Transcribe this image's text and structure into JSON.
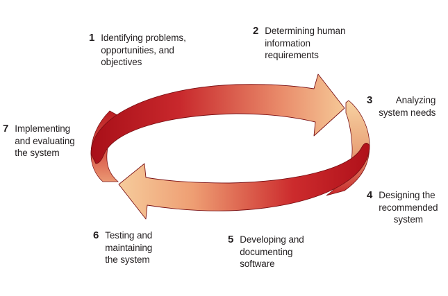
{
  "steps": [
    {
      "number": "1",
      "lines": [
        "Identifying problems,",
        "opportunities, and",
        "objectives"
      ]
    },
    {
      "number": "2",
      "lines": [
        "Determining human",
        "information",
        "requirements"
      ]
    },
    {
      "number": "3",
      "lines": [
        "Analyzing",
        "system needs"
      ]
    },
    {
      "number": "4",
      "lines": [
        "Designing the",
        "recommended",
        "system"
      ]
    },
    {
      "number": "5",
      "lines": [
        "Developing and",
        "documenting",
        "software"
      ]
    },
    {
      "number": "6",
      "lines": [
        "Testing and",
        "maintaining",
        "the system"
      ]
    },
    {
      "number": "7",
      "lines": [
        "Implementing",
        "and evaluating",
        "the system"
      ]
    }
  ],
  "colors": {
    "dark_red": "#b5121b",
    "mid_red": "#cf2a2e",
    "peach": "#f3bd8b",
    "light_peach": "#f7d4ad",
    "outline": "#7a1014"
  }
}
